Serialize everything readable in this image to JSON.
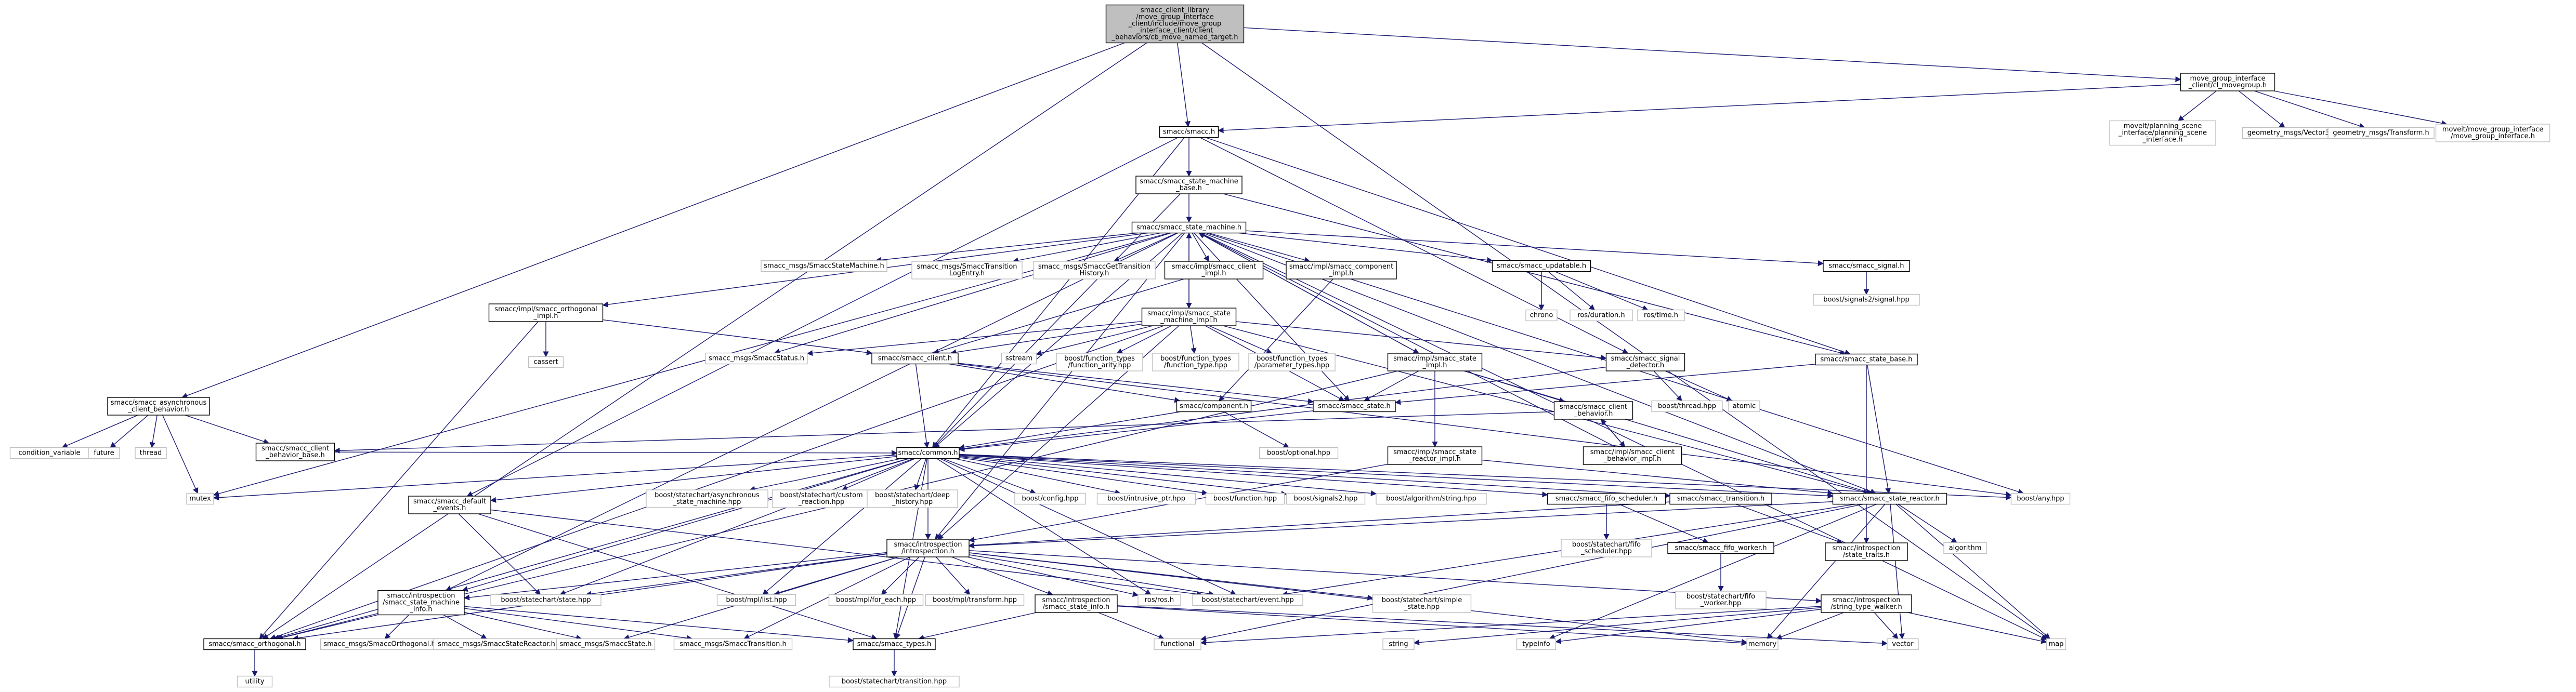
{
  "colors": {
    "edge": "#191970",
    "node_border": "#000000",
    "ghost_border": "#bfbfbf",
    "root_fill": "#bfbfbf",
    "background": "#ffffff"
  },
  "nodes": [
    {
      "id": "root",
      "label": [
        "smacc_client_library",
        "/move_group_interface",
        "_client/include/move_group",
        "_interface_client/client",
        "_behaviors/cb_move_named_target.h"
      ],
      "kind": "root"
    },
    {
      "id": "mgi",
      "label": [
        "move_group_interface",
        "_client/cl_movegroup.h"
      ]
    },
    {
      "id": "pscene",
      "label": [
        "moveit/planning_scene",
        "_interface/planning_scene",
        "_interface.h"
      ],
      "kind": "ghost"
    },
    {
      "id": "vec3",
      "label": [
        "geometry_msgs/Vector3.h"
      ],
      "kind": "ghost"
    },
    {
      "id": "transform",
      "label": [
        "geometry_msgs/Transform.h"
      ],
      "kind": "ghost"
    },
    {
      "id": "mgih",
      "label": [
        "moveit/move_group_interface",
        "/move_group_interface.h"
      ],
      "kind": "ghost"
    },
    {
      "id": "smacc",
      "label": [
        "smacc/smacc.h"
      ]
    },
    {
      "id": "smbase",
      "label": [
        "smacc/smacc_state_machine",
        "_base.h"
      ]
    },
    {
      "id": "sm",
      "label": [
        "smacc/smacc_state_machine.h"
      ]
    },
    {
      "id": "smsg",
      "label": [
        "smacc_msgs/SmaccStateMachine.h"
      ],
      "kind": "ghost"
    },
    {
      "id": "stlog",
      "label": [
        "smacc_msgs/SmaccTransition",
        "LogEntry.h"
      ],
      "kind": "ghost"
    },
    {
      "id": "gthist",
      "label": [
        "smacc_msgs/SmaccGetTransition",
        "History.h"
      ],
      "kind": "ghost"
    },
    {
      "id": "clientimpl",
      "label": [
        "smacc/impl/smacc_client",
        "_impl.h"
      ]
    },
    {
      "id": "compimpl",
      "label": [
        "smacc/impl/smacc_component",
        "_impl.h"
      ]
    },
    {
      "id": "updatable",
      "label": [
        "smacc/smacc_updatable.h"
      ]
    },
    {
      "id": "signal",
      "label": [
        "smacc/smacc_signal.h"
      ]
    },
    {
      "id": "orthimpl",
      "label": [
        "smacc/impl/smacc_orthogonal",
        "_impl.h"
      ]
    },
    {
      "id": "smimpl",
      "label": [
        "smacc/impl/smacc_state",
        "_machine_impl.h"
      ]
    },
    {
      "id": "chrono",
      "label": [
        "chrono"
      ],
      "kind": "ghost"
    },
    {
      "id": "rosdur",
      "label": [
        "ros/duration.h"
      ],
      "kind": "ghost"
    },
    {
      "id": "rostime",
      "label": [
        "ros/time.h"
      ],
      "kind": "ghost"
    },
    {
      "id": "signals2",
      "label": [
        "boost/signals2/signal.hpp"
      ],
      "kind": "ghost"
    },
    {
      "id": "cassert",
      "label": [
        "cassert"
      ],
      "kind": "ghost"
    },
    {
      "id": "status",
      "label": [
        "smacc_msgs/SmaccStatus.h"
      ],
      "kind": "ghost"
    },
    {
      "id": "client",
      "label": [
        "smacc/smacc_client.h"
      ]
    },
    {
      "id": "sstream",
      "label": [
        "sstream"
      ],
      "kind": "ghost"
    },
    {
      "id": "ftarity",
      "label": [
        "boost/function_types",
        "/function_arity.hpp"
      ],
      "kind": "ghost"
    },
    {
      "id": "fttype",
      "label": [
        "boost/function_types",
        "/function_type.hpp"
      ],
      "kind": "ghost"
    },
    {
      "id": "ftparam",
      "label": [
        "boost/function_types",
        "/parameter_types.hpp"
      ],
      "kind": "ghost"
    },
    {
      "id": "stateimpl",
      "label": [
        "smacc/impl/smacc_state",
        "_impl.h"
      ]
    },
    {
      "id": "sigdet",
      "label": [
        "smacc/smacc_signal",
        "_detector.h"
      ]
    },
    {
      "id": "statebase",
      "label": [
        "smacc/smacc_state_base.h"
      ]
    },
    {
      "id": "asyncb",
      "label": [
        "smacc/smacc_asynchronous",
        "_client_behavior.h"
      ]
    },
    {
      "id": "condvar",
      "label": [
        "condition_variable"
      ],
      "kind": "ghost"
    },
    {
      "id": "future",
      "label": [
        "future"
      ],
      "kind": "ghost"
    },
    {
      "id": "thread",
      "label": [
        "thread"
      ],
      "kind": "ghost"
    },
    {
      "id": "cbbase",
      "label": [
        "smacc/smacc_client",
        "_behavior_base.h"
      ]
    },
    {
      "id": "component",
      "label": [
        "smacc/component.h"
      ]
    },
    {
      "id": "state",
      "label": [
        "smacc/smacc_state.h"
      ]
    },
    {
      "id": "cbh",
      "label": [
        "smacc/smacc_client",
        "_behavior.h"
      ]
    },
    {
      "id": "bthread",
      "label": [
        "boost/thread.hpp"
      ],
      "kind": "ghost"
    },
    {
      "id": "atomic",
      "label": [
        "atomic"
      ],
      "kind": "ghost"
    },
    {
      "id": "cbimpl",
      "label": [
        "smacc/impl/smacc_client",
        "_behavior_impl.h"
      ]
    },
    {
      "id": "optional",
      "label": [
        "boost/optional.hpp"
      ],
      "kind": "ghost"
    },
    {
      "id": "common",
      "label": [
        "smacc/common.h"
      ]
    },
    {
      "id": "srimpl",
      "label": [
        "smacc/impl/smacc_state",
        "_reactor_impl.h"
      ]
    },
    {
      "id": "mutex",
      "label": [
        "mutex"
      ],
      "kind": "ghost"
    },
    {
      "id": "asm",
      "label": [
        "boost/statechart/asynchronous",
        "_state_machine.hpp"
      ],
      "kind": "ghost"
    },
    {
      "id": "custreact",
      "label": [
        "boost/statechart/custom",
        "_reaction.hpp"
      ],
      "kind": "ghost"
    },
    {
      "id": "deephist",
      "label": [
        "boost/statechart/deep",
        "_history.hpp"
      ],
      "kind": "ghost"
    },
    {
      "id": "config",
      "label": [
        "boost/config.hpp"
      ],
      "kind": "ghost"
    },
    {
      "id": "intrusive",
      "label": [
        "boost/intrusive_ptr.hpp"
      ],
      "kind": "ghost"
    },
    {
      "id": "function",
      "label": [
        "boost/function.hpp"
      ],
      "kind": "ghost"
    },
    {
      "id": "bsignals2",
      "label": [
        "boost/signals2.hpp"
      ],
      "kind": "ghost"
    },
    {
      "id": "algstring",
      "label": [
        "boost/algorithm/string.hpp"
      ],
      "kind": "ghost"
    },
    {
      "id": "fifosch",
      "label": [
        "smacc/smacc_fifo_scheduler.h"
      ]
    },
    {
      "id": "transition",
      "label": [
        "smacc/smacc_transition.h"
      ]
    },
    {
      "id": "reactor",
      "label": [
        "smacc/smacc_state_reactor.h"
      ]
    },
    {
      "id": "bany",
      "label": [
        "boost/any.hpp"
      ],
      "kind": "ghost"
    },
    {
      "id": "defevents",
      "label": [
        "smacc/smacc_default",
        "_events.h"
      ]
    },
    {
      "id": "intro",
      "label": [
        "smacc/introspection",
        "/introspection.h"
      ]
    },
    {
      "id": "fifoschhpp",
      "label": [
        "boost/statechart/fifo",
        "_scheduler.hpp"
      ],
      "kind": "ghost"
    },
    {
      "id": "fifoworker",
      "label": [
        "smacc/smacc_fifo_worker.h"
      ]
    },
    {
      "id": "stateinfo",
      "label": [
        "smacc/introspection",
        "/state_traits.h"
      ]
    },
    {
      "id": "algorithm",
      "label": [
        "algorithm"
      ],
      "kind": "ghost"
    },
    {
      "id": "fifoworkerhpp",
      "label": [
        "boost/statechart/fifo",
        "_worker.hpp"
      ],
      "kind": "ghost"
    },
    {
      "id": "smi",
      "label": [
        "smacc/introspection",
        "/smacc_state_machine",
        "_info.h"
      ]
    },
    {
      "id": "bstate",
      "label": [
        "boost/statechart/state.hpp"
      ],
      "kind": "ghost"
    },
    {
      "id": "mpllist",
      "label": [
        "boost/mpl/list.hpp"
      ],
      "kind": "ghost"
    },
    {
      "id": "mplforeach",
      "label": [
        "boost/mpl/for_each.hpp"
      ],
      "kind": "ghost"
    },
    {
      "id": "mpltransform",
      "label": [
        "boost/mpl/transform.hpp"
      ],
      "kind": "ghost"
    },
    {
      "id": "ssi",
      "label": [
        "smacc/introspection",
        "/smacc_state_info.h"
      ]
    },
    {
      "id": "rosros",
      "label": [
        "ros/ros.h"
      ],
      "kind": "ghost"
    },
    {
      "id": "event",
      "label": [
        "boost/statechart/event.hpp"
      ],
      "kind": "ghost"
    },
    {
      "id": "simplestate",
      "label": [
        "boost/statechart/simple",
        "_state.hpp"
      ],
      "kind": "ghost"
    },
    {
      "id": "stw",
      "label": [
        "smacc/introspection",
        "/string_type_walker.h"
      ]
    },
    {
      "id": "orthogonal",
      "label": [
        "smacc/smacc_orthogonal.h"
      ]
    },
    {
      "id": "orthmsg",
      "label": [
        "smacc_msgs/SmaccOrthogonal.h"
      ],
      "kind": "ghost"
    },
    {
      "id": "srmsg",
      "label": [
        "smacc_msgs/SmaccStateReactor.h"
      ],
      "kind": "ghost"
    },
    {
      "id": "statemsg",
      "label": [
        "smacc_msgs/SmaccState.h"
      ],
      "kind": "ghost"
    },
    {
      "id": "transmsg",
      "label": [
        "smacc_msgs/SmaccTransition.h"
      ],
      "kind": "ghost"
    },
    {
      "id": "types",
      "label": [
        "smacc/smacc_types.h"
      ]
    },
    {
      "id": "functional",
      "label": [
        "functional"
      ],
      "kind": "ghost"
    },
    {
      "id": "string",
      "label": [
        "string"
      ],
      "kind": "ghost"
    },
    {
      "id": "typeinfo",
      "label": [
        "typeinfo"
      ],
      "kind": "ghost"
    },
    {
      "id": "memory",
      "label": [
        "memory"
      ],
      "kind": "ghost"
    },
    {
      "id": "vector",
      "label": [
        "vector"
      ],
      "kind": "ghost"
    },
    {
      "id": "map",
      "label": [
        "map"
      ],
      "kind": "ghost"
    },
    {
      "id": "utility",
      "label": [
        "utility"
      ],
      "kind": "ghost"
    },
    {
      "id": "btransition",
      "label": [
        "boost/statechart/transition.hpp"
      ],
      "kind": "ghost"
    }
  ],
  "edges": [
    [
      "root",
      "mgi"
    ],
    [
      "root",
      "smacc"
    ],
    [
      "root",
      "asyncb"
    ],
    [
      "root",
      "map"
    ],
    [
      "root",
      "orthogonal"
    ],
    [
      "mgi",
      "pscene"
    ],
    [
      "mgi",
      "vec3"
    ],
    [
      "mgi",
      "transform"
    ],
    [
      "mgi",
      "mgih"
    ],
    [
      "mgi",
      "smacc"
    ],
    [
      "smacc",
      "smbase"
    ],
    [
      "smacc",
      "common"
    ],
    [
      "smacc",
      "defevents"
    ],
    [
      "smacc",
      "sigdet"
    ],
    [
      "smacc",
      "statebase"
    ],
    [
      "smbase",
      "sm"
    ],
    [
      "smbase",
      "common"
    ],
    [
      "smbase",
      "statebase"
    ],
    [
      "sm",
      "smsg"
    ],
    [
      "sm",
      "stlog"
    ],
    [
      "sm",
      "gthist"
    ],
    [
      "sm",
      "clientimpl"
    ],
    [
      "sm",
      "compimpl"
    ],
    [
      "sm",
      "updatable"
    ],
    [
      "sm",
      "signal"
    ],
    [
      "sm",
      "orthimpl"
    ],
    [
      "sm",
      "smimpl"
    ],
    [
      "sm",
      "status"
    ],
    [
      "sm",
      "mutex"
    ],
    [
      "sm",
      "map"
    ],
    [
      "sm",
      "common"
    ],
    [
      "sm",
      "stateimpl"
    ],
    [
      "sm",
      "smi"
    ],
    [
      "sm",
      "bany"
    ],
    [
      "sm",
      "reactor"
    ],
    [
      "sm",
      "intro"
    ],
    [
      "sm",
      "state"
    ],
    [
      "clientimpl",
      "client"
    ],
    [
      "compimpl",
      "component"
    ],
    [
      "updatable",
      "chrono"
    ],
    [
      "updatable",
      "rosdur"
    ],
    [
      "updatable",
      "rostime"
    ],
    [
      "signal",
      "signals2"
    ],
    [
      "orthimpl",
      "cassert"
    ],
    [
      "orthimpl",
      "client"
    ],
    [
      "orthimpl",
      "orthogonal"
    ],
    [
      "smimpl",
      "status"
    ],
    [
      "smimpl",
      "client"
    ],
    [
      "smimpl",
      "sstream"
    ],
    [
      "smimpl",
      "ftarity"
    ],
    [
      "smimpl",
      "fttype"
    ],
    [
      "smimpl",
      "ftparam"
    ],
    [
      "smimpl",
      "sigdet"
    ],
    [
      "smimpl",
      "state"
    ],
    [
      "smimpl",
      "orthogonal"
    ],
    [
      "smimpl",
      "reactor"
    ],
    [
      "smimpl",
      "intro"
    ],
    [
      "smimpl",
      "sm"
    ],
    [
      "client",
      "common"
    ],
    [
      "client",
      "component"
    ],
    [
      "client",
      "bany"
    ],
    [
      "client",
      "state"
    ],
    [
      "stateimpl",
      "state"
    ],
    [
      "stateimpl",
      "cbh"
    ],
    [
      "stateimpl",
      "srimpl"
    ],
    [
      "stateimpl",
      "orthogonal"
    ],
    [
      "stateimpl",
      "reactor"
    ],
    [
      "stateimpl",
      "sm"
    ],
    [
      "sigdet",
      "bthread"
    ],
    [
      "sigdet",
      "atomic"
    ],
    [
      "sigdet",
      "common"
    ],
    [
      "statebase",
      "state"
    ],
    [
      "statebase",
      "reactor"
    ],
    [
      "statebase",
      "stateinfo"
    ],
    [
      "asyncb",
      "condvar"
    ],
    [
      "asyncb",
      "future"
    ],
    [
      "asyncb",
      "thread"
    ],
    [
      "asyncb",
      "mutex"
    ],
    [
      "asyncb",
      "cbbase"
    ],
    [
      "cbbase",
      "common"
    ],
    [
      "component",
      "common"
    ],
    [
      "component",
      "optional"
    ],
    [
      "state",
      "common"
    ],
    [
      "cbh",
      "cbbase"
    ],
    [
      "cbh",
      "cbimpl"
    ],
    [
      "cbimpl",
      "cbh"
    ],
    [
      "cbimpl",
      "sm"
    ],
    [
      "srimpl",
      "reactor"
    ],
    [
      "srimpl",
      "intro"
    ],
    [
      "common",
      "mutex"
    ],
    [
      "common",
      "asm"
    ],
    [
      "common",
      "custreact"
    ],
    [
      "common",
      "deephist"
    ],
    [
      "common",
      "config"
    ],
    [
      "common",
      "intrusive"
    ],
    [
      "common",
      "function"
    ],
    [
      "common",
      "bsignals2"
    ],
    [
      "common",
      "algstring"
    ],
    [
      "common",
      "fifosch"
    ],
    [
      "common",
      "transition"
    ],
    [
      "common",
      "reactor"
    ],
    [
      "common",
      "bany"
    ],
    [
      "common",
      "defevents"
    ],
    [
      "common",
      "intro"
    ],
    [
      "common",
      "smi"
    ],
    [
      "common",
      "orthogonal"
    ],
    [
      "common",
      "bstate"
    ],
    [
      "common",
      "mpllist"
    ],
    [
      "common",
      "event"
    ],
    [
      "common",
      "types"
    ],
    [
      "common",
      "rosros"
    ],
    [
      "fifosch",
      "fifoschhpp"
    ],
    [
      "fifosch",
      "fifoworker"
    ],
    [
      "fifoworker",
      "fifoworkerhpp"
    ],
    [
      "transition",
      "stateinfo"
    ],
    [
      "transition",
      "intro"
    ],
    [
      "reactor",
      "algorithm"
    ],
    [
      "reactor",
      "map"
    ],
    [
      "reactor",
      "vector"
    ],
    [
      "reactor",
      "memory"
    ],
    [
      "reactor",
      "typeinfo"
    ],
    [
      "reactor",
      "functional"
    ],
    [
      "reactor",
      "intro"
    ],
    [
      "reactor",
      "event"
    ],
    [
      "defevents",
      "bstate"
    ],
    [
      "defevents",
      "event"
    ],
    [
      "defevents",
      "types"
    ],
    [
      "intro",
      "smi"
    ],
    [
      "intro",
      "bstate"
    ],
    [
      "intro",
      "mpllist"
    ],
    [
      "intro",
      "mplforeach"
    ],
    [
      "intro",
      "mpltransform"
    ],
    [
      "intro",
      "ssi"
    ],
    [
      "intro",
      "rosros"
    ],
    [
      "intro",
      "event"
    ],
    [
      "intro",
      "simplestate"
    ],
    [
      "intro",
      "stw"
    ],
    [
      "intro",
      "types"
    ],
    [
      "intro",
      "statemsg"
    ],
    [
      "intro",
      "transmsg"
    ],
    [
      "intro",
      "orthogonal"
    ],
    [
      "intro",
      "memory"
    ],
    [
      "smi",
      "orthmsg"
    ],
    [
      "smi",
      "srmsg"
    ],
    [
      "smi",
      "statemsg"
    ],
    [
      "smi",
      "transmsg"
    ],
    [
      "smi",
      "orthogonal"
    ],
    [
      "smi",
      "types"
    ],
    [
      "ssi",
      "types"
    ],
    [
      "ssi",
      "functional"
    ],
    [
      "ssi",
      "vector"
    ],
    [
      "ssi",
      "memory"
    ],
    [
      "stw",
      "string"
    ],
    [
      "stw",
      "typeinfo"
    ],
    [
      "stw",
      "memory"
    ],
    [
      "stw",
      "vector"
    ],
    [
      "stw",
      "map"
    ],
    [
      "stw",
      "functional"
    ],
    [
      "orthogonal",
      "utility"
    ],
    [
      "types",
      "btransition"
    ]
  ]
}
